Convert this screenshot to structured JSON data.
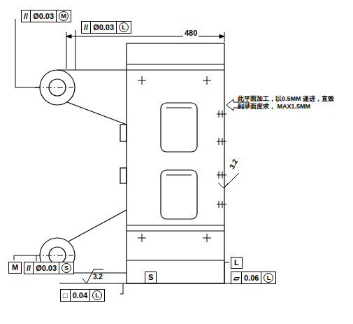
{
  "diagram": {
    "nodes": [
      {
        "text": [
          "//",
          "Ø0.03",
          "M"
        ]
      },
      {
        "text": [
          "//",
          "Ø0.03",
          "L"
        ]
      },
      {
        "text": [
          "M"
        ]
      },
      {
        "text": [
          "//",
          "Ø0.03",
          "S"
        ]
      },
      {
        "text": [
          "□",
          "0.04",
          "L"
        ]
      },
      {
        "text": [
          "S"
        ]
      },
      {
        "text": [
          "L"
        ]
      },
      {
        "text": [
          "▱",
          "0.06",
          "L"
        ]
      }
    ],
    "labels": [
      "480",
      "此平面加工，以0.5MM 递进，直致到平面度求， MAX1.5MM",
      "3.2",
      "3.2"
    ]
  }
}
